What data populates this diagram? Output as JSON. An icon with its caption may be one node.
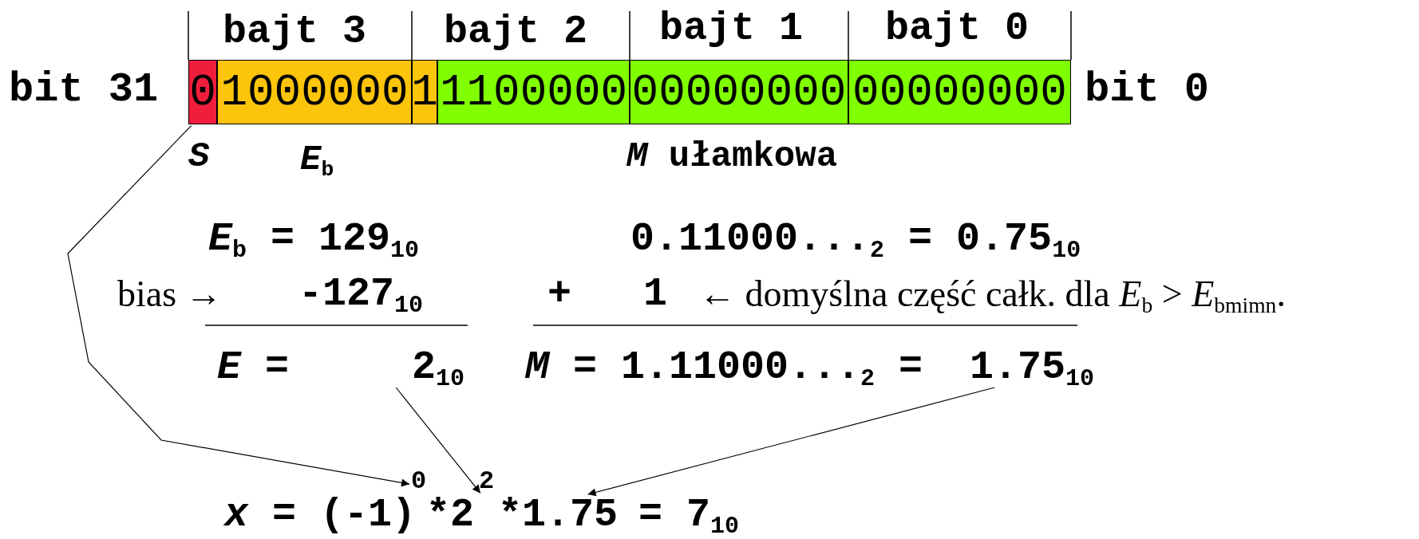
{
  "diagram": {
    "nodes": [
      {
        "text": [
          "0"
        ]
      },
      {
        "text": [
          "1000000"
        ]
      },
      {
        "text": [
          "1"
        ]
      },
      {
        "text": [
          "1100000"
        ]
      },
      {
        "text": [
          "00000000"
        ]
      },
      {
        "text": [
          "00000000"
        ]
      },
      {
        "text": [
          "2$_{10}$"
        ]
      },
      {
        "text": [
          "1.75$_{10}$"
        ]
      },
      {
        "text": [
          "0"
        ]
      },
      {
        "text": [
          "2"
        ]
      },
      {
        "text": [
          "*1.75"
        ]
      }
    ],
    "edges": [
      {
        "from": 0,
        "to": 8,
        "arrow": "to"
      },
      {
        "from": 6,
        "to": 9,
        "arrow": "to"
      },
      {
        "from": 7,
        "to": 10,
        "arrow": "to"
      }
    ],
    "labels": [
      "bajt 3",
      "bajt 2",
      "bajt 1",
      "bajt 0",
      "bit 31",
      "bit 0",
      "S",
      "*E*$_{b}$",
      "*M* ułamkowa",
      "*E*$_{b}$ = 129$_{10}$",
      "0.11000...$_{2}$ = 0.75$_{10}$",
      "bias →",
      "-127$_{10}$",
      "+   1",
      "← domyślna część całk. dla *E*$_{b}$ > *E*$_{bmimn}$.",
      "*E* =",
      "*M* = 1.11000...$_{2}$ =",
      "*x* = (-1)",
      "*2",
      "= 7$_{10}$"
    ]
  }
}
